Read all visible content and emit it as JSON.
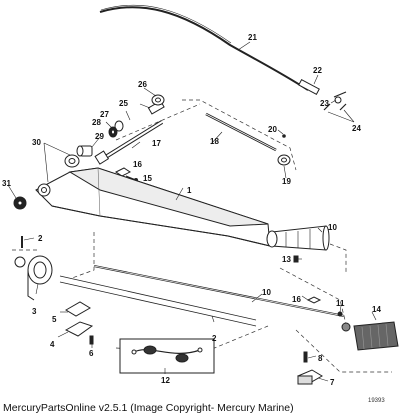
{
  "callouts": {
    "c1": "1",
    "c2a": "2",
    "c2b": "2",
    "c3": "3",
    "c4": "4",
    "c5": "5",
    "c6": "6",
    "c7": "7",
    "c8": "8",
    "c10a": "10",
    "c10b": "10",
    "c11": "11",
    "c12": "12",
    "c13": "13",
    "c14": "14",
    "c15": "15",
    "c16a": "16",
    "c16b": "16",
    "c17": "17",
    "c18": "18",
    "c19": "19",
    "c20": "20",
    "c21": "21",
    "c22": "22",
    "c23": "23",
    "c24": "24",
    "c25": "25",
    "c26": "26",
    "c27": "27",
    "c28": "28",
    "c29": "29",
    "c30": "30",
    "c31": "31"
  },
  "footer": {
    "caption": "MercuryPartsOnline v2.5.1 (Image Copyright- Mercury Marine)",
    "part_number": "19393"
  }
}
